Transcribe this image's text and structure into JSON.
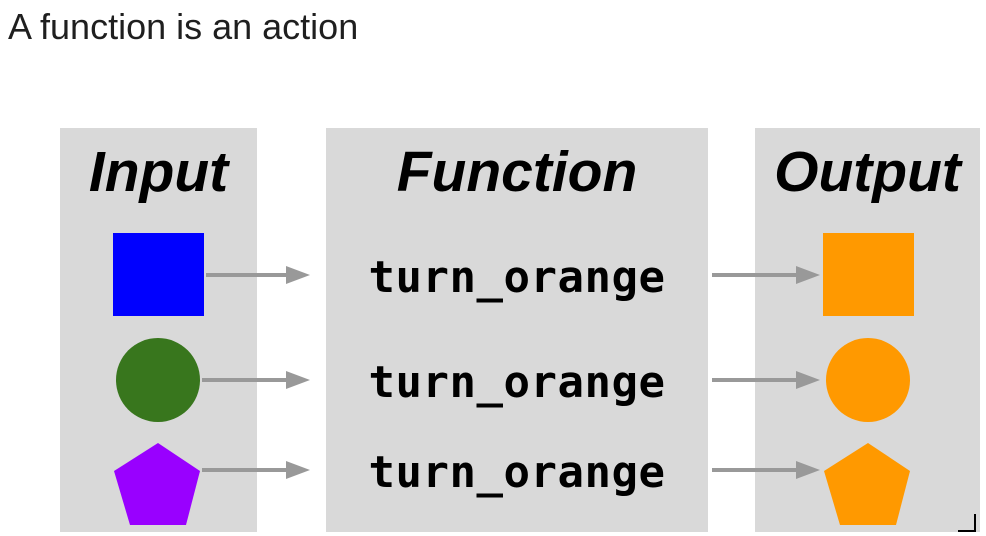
{
  "slide": {
    "title": "A function is an action"
  },
  "diagram": {
    "input_heading": "Input",
    "function_heading": "Function",
    "output_heading": "Output",
    "rows": [
      {
        "input_shape": "square",
        "input_color": "#0000ff",
        "function_label": "turn_orange",
        "output_shape": "square",
        "output_color": "#ff9900"
      },
      {
        "input_shape": "circle",
        "input_color": "#38761d",
        "function_label": "turn_orange",
        "output_shape": "circle",
        "output_color": "#ff9900"
      },
      {
        "input_shape": "pentagon",
        "input_color": "#9900ff",
        "function_label": "turn_orange",
        "output_shape": "pentagon",
        "output_color": "#ff9900"
      }
    ],
    "panel_color": "#d9d9d9",
    "arrow_color": "#999999"
  }
}
